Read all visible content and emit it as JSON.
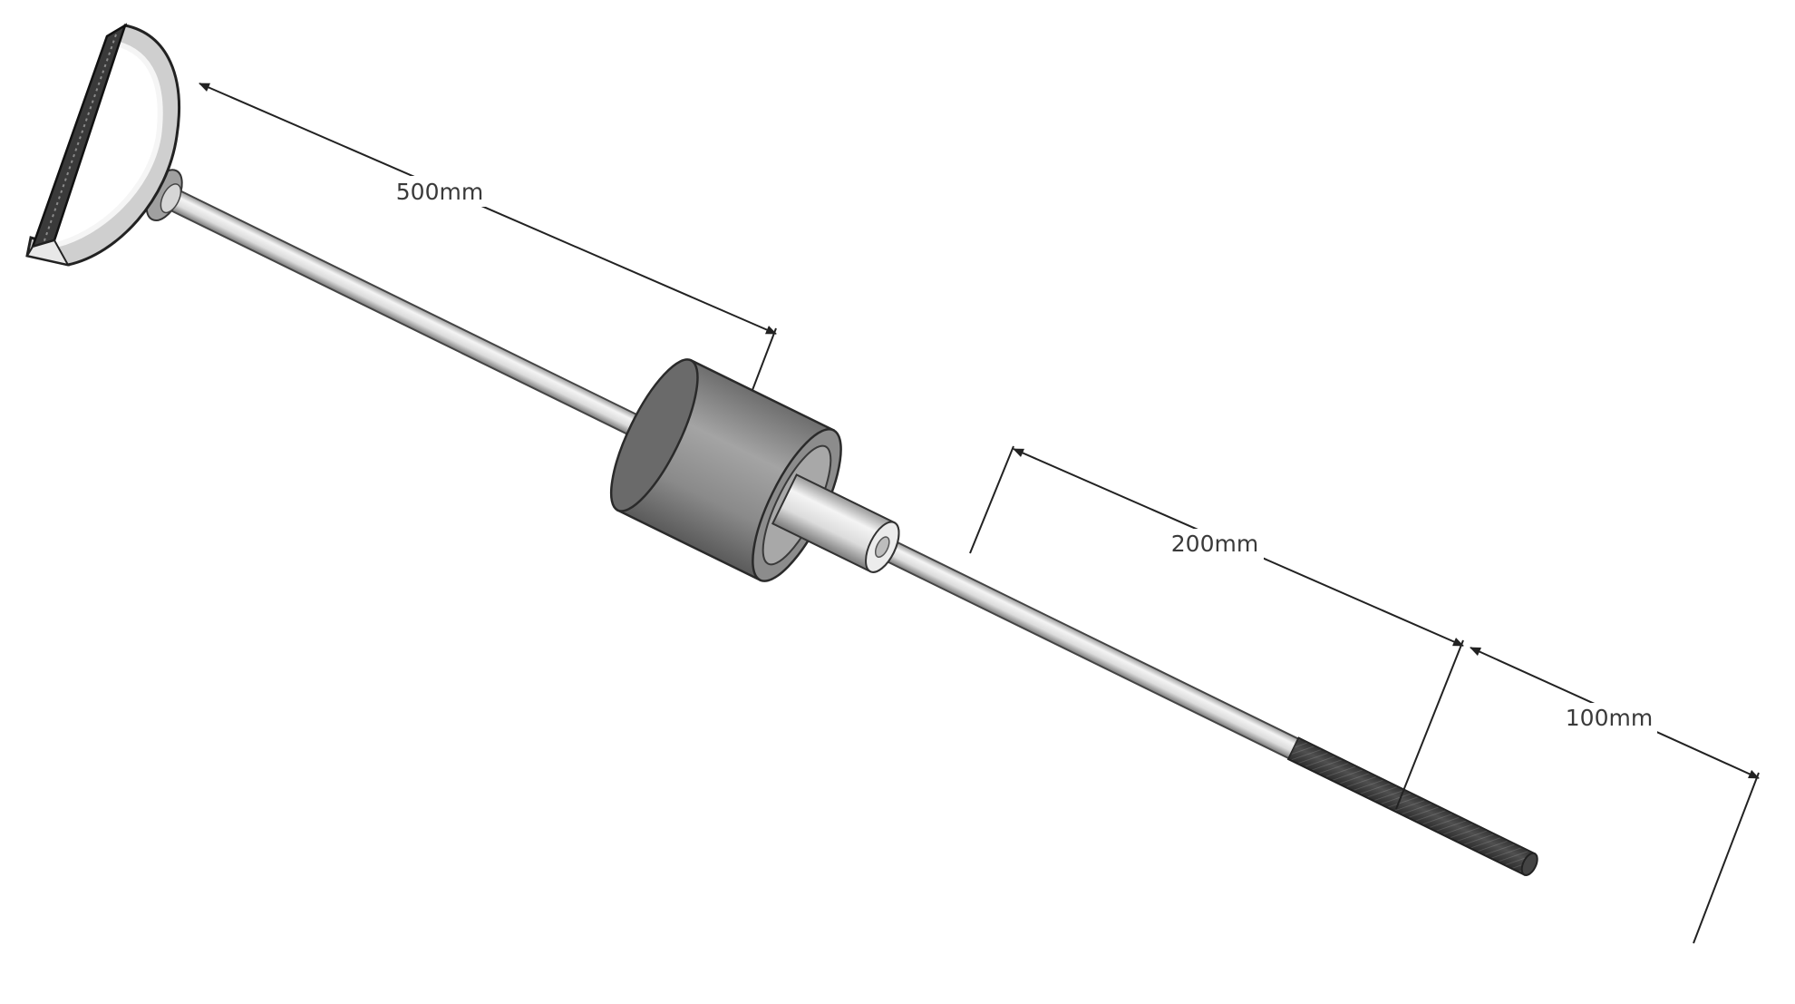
{
  "diagram": {
    "dimensions": {
      "upper_shaft": "500mm",
      "lower_shaft": "200mm",
      "tip": "100mm"
    }
  }
}
